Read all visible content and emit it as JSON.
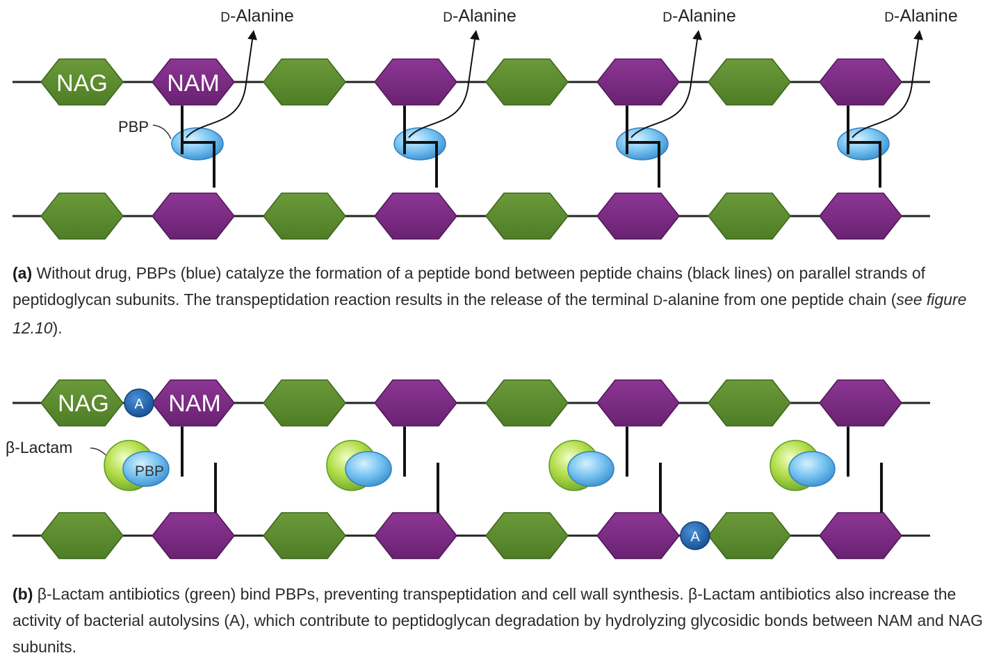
{
  "panel_a": {
    "release_label_prefix": "D",
    "release_label_rest": "-Alanine",
    "nag_label": "NAG",
    "nam_label": "NAM",
    "pbp_label": "PBP",
    "caption": {
      "marker": "(a)",
      "part1": " Without drug, PBPs (blue) catalyze the formation of a peptide bond between peptide chains (black lines) on parallel strands of peptidoglycan subunits. The transpeptidation reaction results in the release of the terminal ",
      "smallcap": "D",
      "part2": "-alanine from one peptide chain (",
      "italic": "see figure 12.10",
      "part3": ")."
    }
  },
  "panel_b": {
    "nag_label": "NAG",
    "nam_label": "NAM",
    "autolysin_label": "A",
    "lactam_label": "β-Lactam",
    "pbp_label": "PBP",
    "caption": {
      "marker": "(b)",
      "text": " β-Lactam antibiotics (green) bind PBPs, preventing transpeptidation and cell wall synthesis. β-Lactam antibiotics also increase the activity of bacterial autolysins (A), which contribute to peptidoglycan degradation by hydrolyzing glycosidic bonds between NAM and NAG subunits."
    }
  },
  "colors": {
    "nag_green": "#5a8a2e",
    "nam_purple": "#7a2a82",
    "pbp_blue": "#5ab0e6",
    "lactam_green": "#9acd3a",
    "autolysin_blue": "#1d5fa8"
  }
}
